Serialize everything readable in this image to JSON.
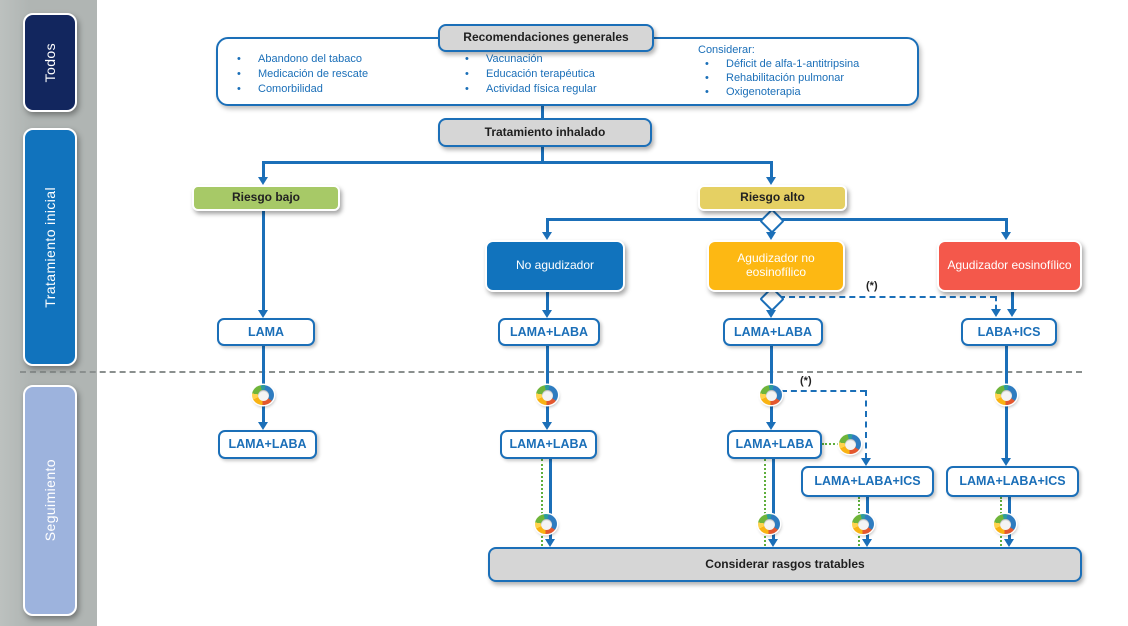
{
  "sidebar": {
    "sections": [
      {
        "label": "Todos"
      },
      {
        "label": "Tratamiento inicial"
      },
      {
        "label": "Seguimiento"
      }
    ]
  },
  "recommendations": {
    "title": "Recomendaciones generales",
    "col1": [
      "Abandono del tabaco",
      "Medicación de rescate",
      "Comorbilidad"
    ],
    "col2": [
      "Vacunación",
      "Educación terapéutica",
      "Actividad física regular"
    ],
    "col3_header": "Considerar:",
    "col3": [
      "Déficit de alfa-1-antitripsina",
      "Rehabilitación pulmonar",
      "Oxigenoterapia"
    ]
  },
  "nodes": {
    "tratamiento_inhalado": "Tratamiento inhalado",
    "riesgo_bajo": "Riesgo bajo",
    "riesgo_alto": "Riesgo alto",
    "no_agudizador": "No agudizador",
    "agudizador_no_eos": "Agudizador no eosinofílico",
    "agudizador_eos": "Agudizador eosinofílico",
    "lama": "LAMA",
    "lama_laba": "LAMA+LABA",
    "laba_ics": "LABA+ICS",
    "lama_laba_ics": "LAMA+LABA+ICS",
    "considerar_rasgos": "Considerar rasgos tratables",
    "asterisk": "(*)"
  },
  "colors": {
    "brand_blue": "#1b6fb8",
    "category_blue": "#1173bd",
    "category_yellow": "#fdb813",
    "category_red": "#f4584b",
    "risk_low_green": "#a7c967",
    "risk_high_yellow": "#e5d063",
    "sidebar_navy": "#12265e",
    "sidebar_blue": "#1173bd",
    "sidebar_periwinkle": "#9db3dd",
    "gray_box": "#d6d6d6",
    "followup_green": "#5fae3c",
    "rail_gray": "#b0b5b3"
  }
}
